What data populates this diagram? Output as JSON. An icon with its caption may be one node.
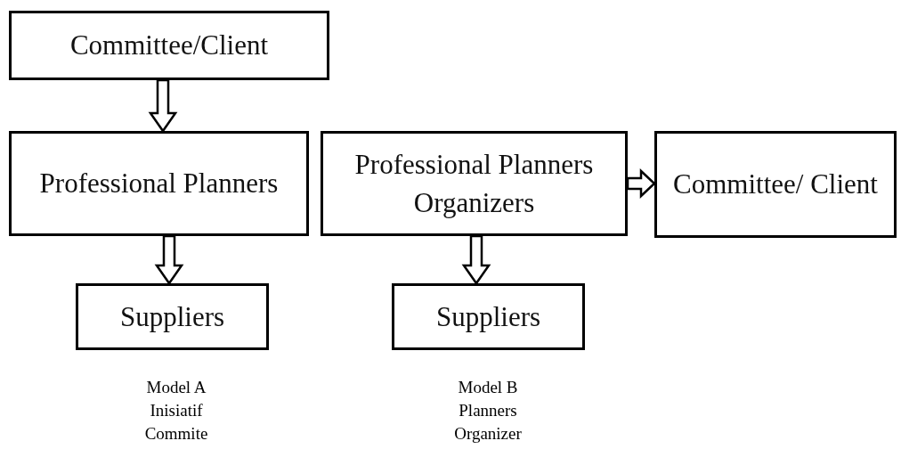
{
  "diagram": {
    "nodes": [
      {
        "text": [
          "Committee/Client"
        ]
      },
      {
        "text": [
          "Professional Planners"
        ]
      },
      {
        "text": [
          "Suppliers"
        ]
      },
      {
        "text": [
          "Professional Planners Organizers"
        ]
      },
      {
        "text": [
          "Suppliers"
        ]
      },
      {
        "text": [
          "Committee/ Client"
        ]
      }
    ],
    "edges": [
      {
        "from": 0,
        "to": 1,
        "arrow": "to"
      },
      {
        "from": 1,
        "to": 2,
        "arrow": "to"
      },
      {
        "from": 3,
        "to": 4,
        "arrow": "to"
      },
      {
        "from": 3,
        "to": 5,
        "arrow": "to"
      }
    ],
    "labels": [
      "Model A",
      "Inisiatif",
      "Commite",
      "Model B",
      "Planners",
      "Organizer"
    ]
  }
}
